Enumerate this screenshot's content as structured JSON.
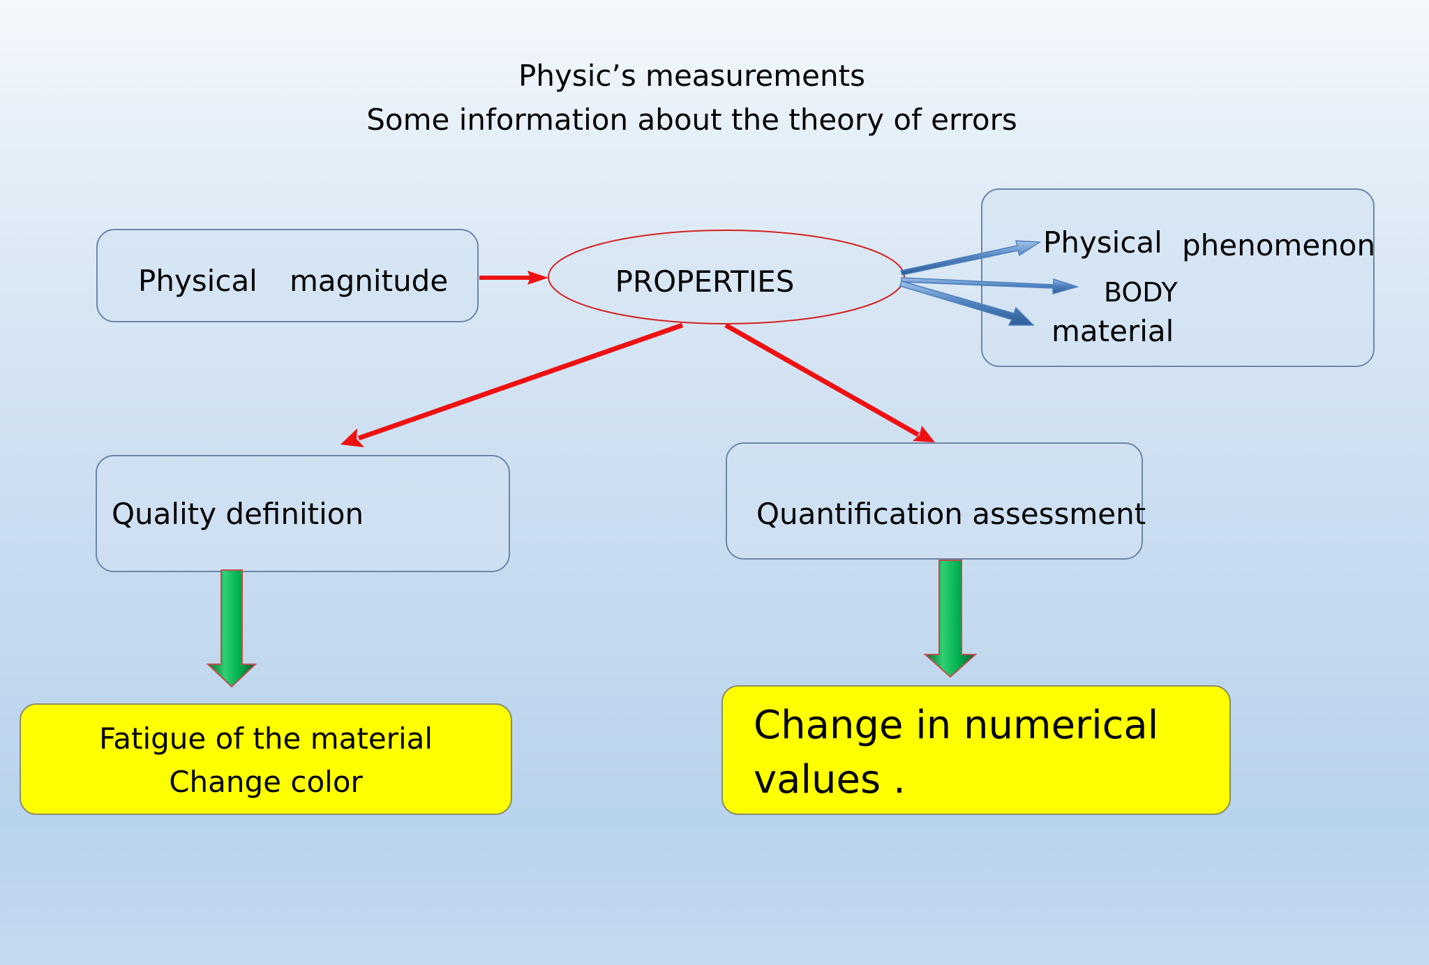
{
  "title": {
    "line1": "Physic’s measurements",
    "line2": "Some information about the theory of errors"
  },
  "nodes": {
    "physical_magnitude": {
      "word1": "Physical",
      "word2": "magnitude"
    },
    "properties": {
      "label": "PROPERTIES"
    },
    "right_box": {
      "physical": "Physical",
      "phenomenon": "phenomenon",
      "body": "BODY",
      "material": "material"
    },
    "quality_definition": {
      "label": "Quality definition"
    },
    "quantification_assessment": {
      "label": "Quantification assessment"
    },
    "fatigue": {
      "line1": "Fatigue of the material",
      "line2": "Change color"
    },
    "numerical": {
      "line1": "Change in numerical",
      "line2": "values ."
    }
  },
  "colors": {
    "red_arrow": "#ee1111",
    "blue_arrow": "#4f81bd",
    "green_arrow": "#00b050",
    "yellow_box": "#ffff00",
    "box_border": "#6b86a8",
    "ellipse_border": "#d42020"
  }
}
